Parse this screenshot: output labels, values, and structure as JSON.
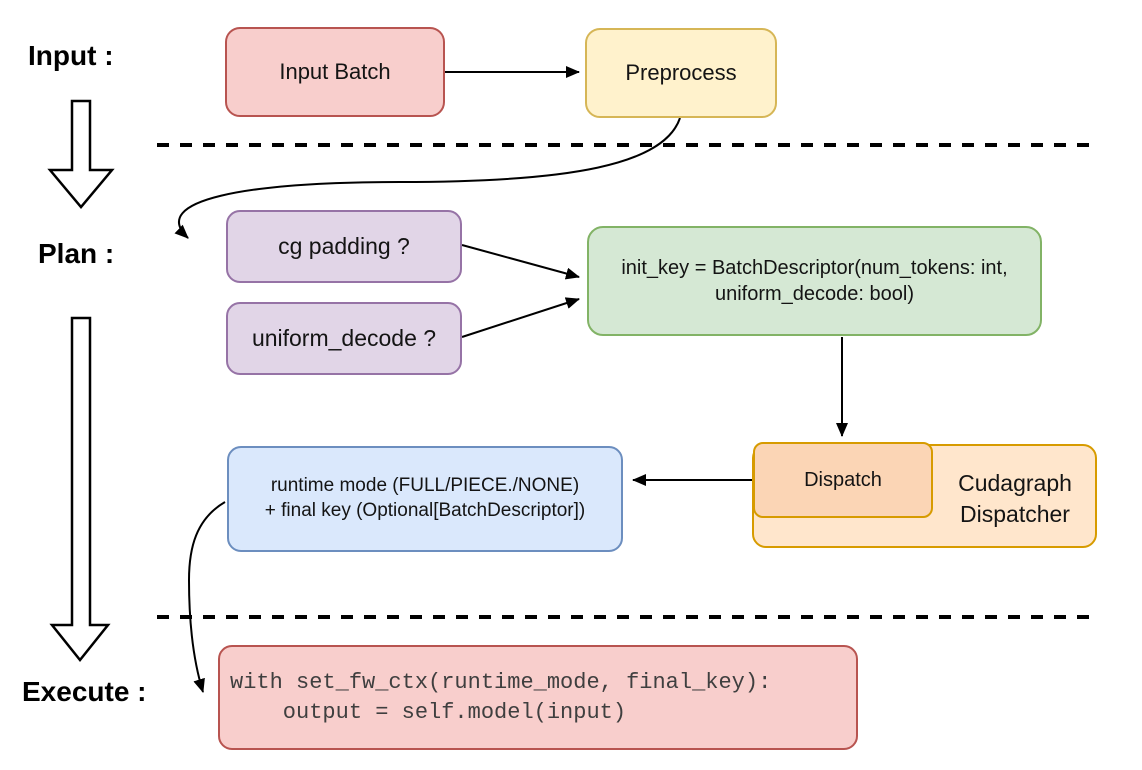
{
  "diagram": {
    "title_hint": "cudagraph dispatch flow",
    "stages": {
      "input_label": "Input :",
      "plan_label": "Plan :",
      "execute_label": "Execute :"
    },
    "nodes": {
      "input_batch": "Input Batch",
      "preprocess": "Preprocess",
      "cg_padding": "cg padding ?",
      "uniform_decode": "uniform_decode ?",
      "init_key_line1": "init_key = BatchDescriptor(num_tokens: int,",
      "init_key_line2": "uniform_decode: bool)",
      "runtime_line1": "runtime mode (FULL/PIECE./NONE)",
      "runtime_line2": "+ final key (Optional[BatchDescriptor])",
      "dispatch": "Dispatch",
      "cudagraph_line1": "Cudagraph",
      "cudagraph_line2": "Dispatcher",
      "code_line1": "with set_fw_ctx(runtime_mode, final_key):",
      "code_line2": "    output = self.model(input)"
    },
    "colors": {
      "pink_fill": "#f8cecc",
      "pink_stroke": "#b85450",
      "yellow_fill": "#fff2cc",
      "yellow_stroke": "#d6b656",
      "purple_fill": "#e1d5e7",
      "purple_stroke": "#9673a6",
      "green_fill": "#d5e8d4",
      "green_stroke": "#82b366",
      "blue_fill": "#dae8fc",
      "blue_stroke": "#6c8ebf",
      "orange_fill": "#ffe6cc",
      "orange_stroke": "#d79b00",
      "dispatch_fill": "#fbd5b5",
      "arrow_color": "#000000",
      "code_text_color": "#3f3f3f",
      "background": "#ffffff"
    }
  }
}
